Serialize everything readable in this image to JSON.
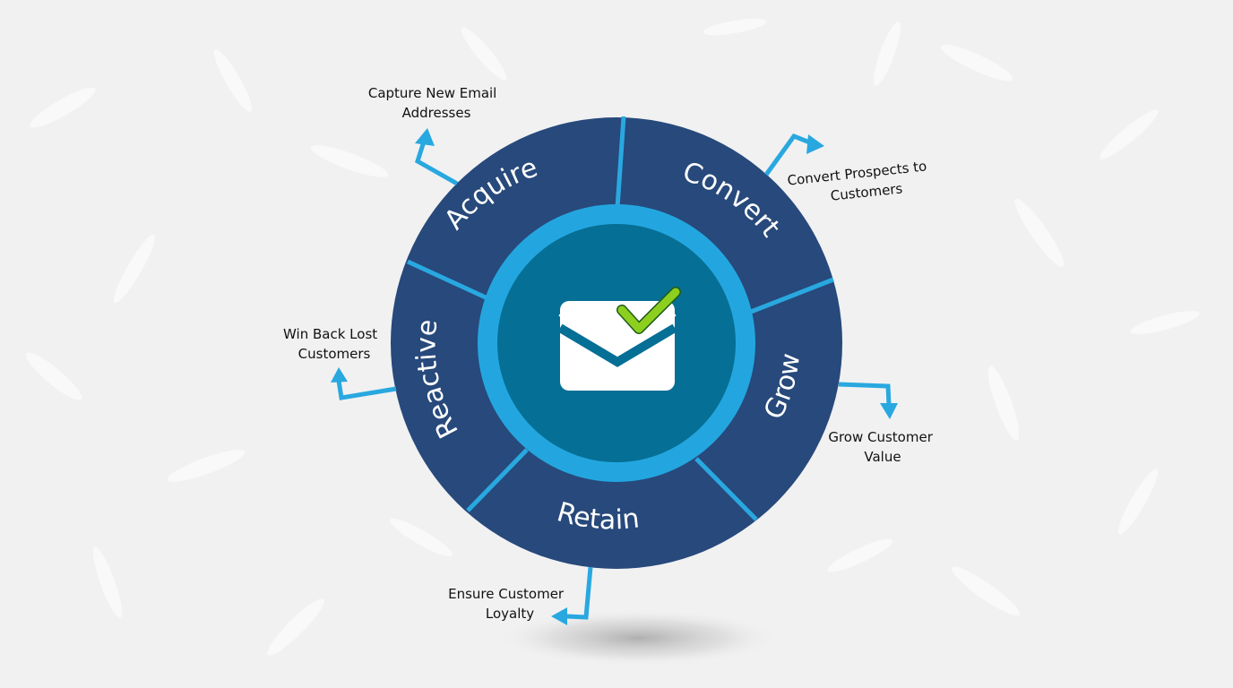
{
  "segments": {
    "acquire": "Acquire",
    "convert": "Convert",
    "grow": "Grow",
    "retain": "Retain",
    "reactive": "Reactive"
  },
  "outcomes": {
    "acquire": [
      "Capture New Email",
      "Addresses"
    ],
    "convert": [
      "Convert Prospects to",
      "Customers"
    ],
    "grow": [
      "Grow Customer",
      "Value"
    ],
    "retain": [
      "Ensure Customer",
      "Loyalty"
    ],
    "reactive": [
      "Win Back Lost",
      "Customers"
    ]
  },
  "icons": {
    "center": "email-check-icon"
  },
  "colors": {
    "background": "#f1f1f2",
    "ring": "#27497b",
    "inner_ring": "#23a6e0",
    "core": "#066f95",
    "arrow": "#29a8e0",
    "check": "#8ccf1f",
    "envelope": "#ffffff"
  }
}
